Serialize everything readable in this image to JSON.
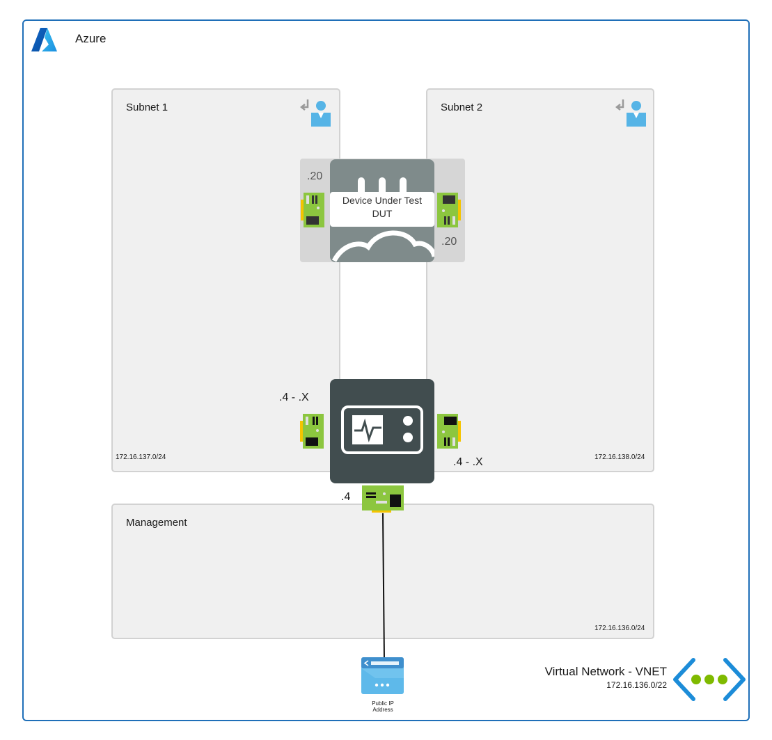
{
  "azure": {
    "title": "Azure"
  },
  "subnets": [
    {
      "name": "Subnet 1",
      "cidr": "172.16.137.0/24"
    },
    {
      "name": "Subnet 2",
      "cidr": "172.16.138.0/24"
    },
    {
      "name": "Management",
      "cidr": "172.16.136.0/24"
    }
  ],
  "dut": {
    "line1": "Device Under Test",
    "line2": "DUT",
    "ip_subnet1": ".20",
    "ip_subnet2": ".20"
  },
  "traffic_generator": {
    "ip_subnet1": ".4 - .X",
    "ip_subnet2": ".4 - .X",
    "ip_management": ".4"
  },
  "public_ip": {
    "line1": "Public IP",
    "line2": "Address"
  },
  "vnet": {
    "title": "Virtual Network - VNET",
    "cidr": "172.16.136.0/22"
  },
  "colors": {
    "azure_border": "#1f6fb8",
    "subnet_fill": "#f0f0f0",
    "nic_green": "#8cc63f",
    "nic_yellow": "#f5c400",
    "dut_gray": "#7f8b8b",
    "tg_dark": "#414d4f",
    "vnet_blue": "#1c8cd8",
    "vnet_green": "#7fba00"
  },
  "icons": [
    "azure-logo-icon",
    "subnet-icon",
    "nic-icon",
    "firewall-icon",
    "traffic-generator-icon",
    "public-ip-icon",
    "vnet-icon"
  ]
}
